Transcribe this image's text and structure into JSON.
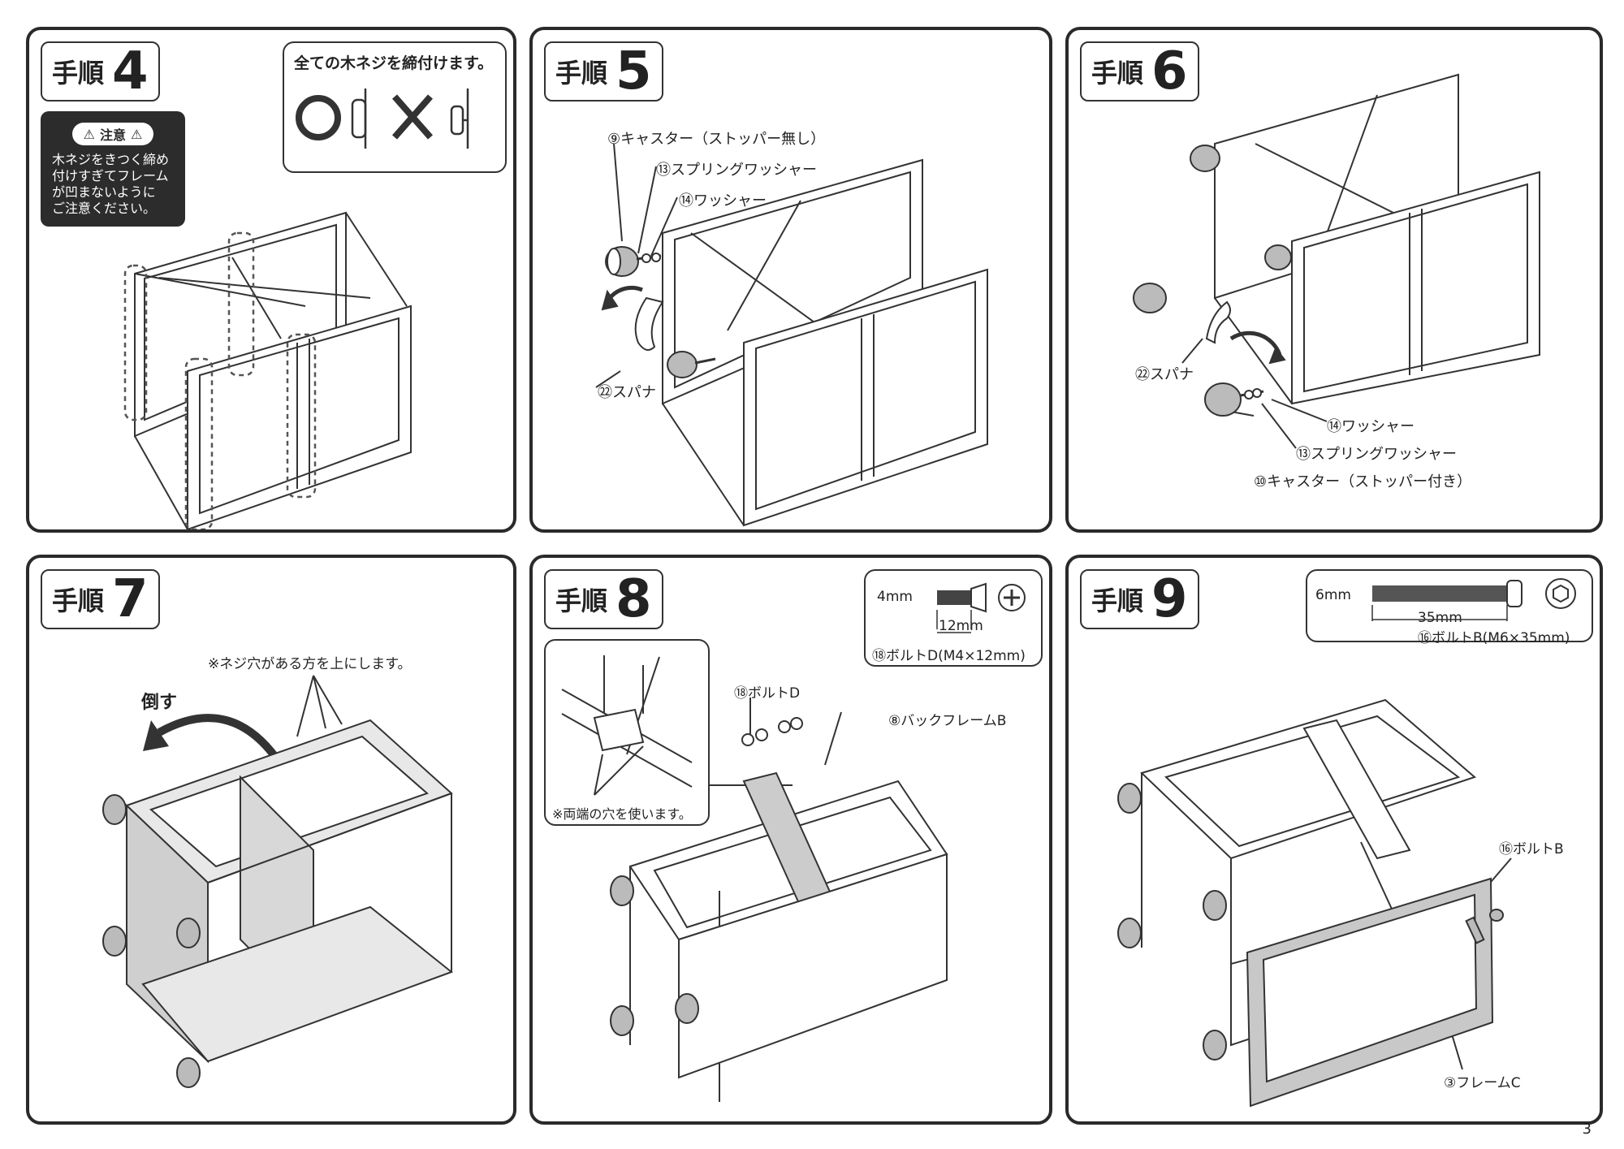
{
  "steps": {
    "s4": {
      "word": "手順",
      "num": "4"
    },
    "s5": {
      "word": "手順",
      "num": "5"
    },
    "s6": {
      "word": "手順",
      "num": "6"
    },
    "s7": {
      "word": "手順",
      "num": "7"
    },
    "s8": {
      "word": "手順",
      "num": "8"
    },
    "s9": {
      "word": "手順",
      "num": "9"
    }
  },
  "step4": {
    "caution_title": "注意",
    "caution_text": "木ネジをきつく締め\n付けすぎてフレーム\nが凹まないように\nご注意ください。",
    "note_title": "全ての木ネジを締付けます。",
    "ok_mark": "○",
    "ng_mark": "×"
  },
  "step5": {
    "caster": "⑨キャスター（ストッパー無し）",
    "spring_washer": "⑬スプリングワッシャー",
    "washer": "⑭ワッシャー",
    "spanner": "㉒スパナ"
  },
  "step6": {
    "spanner": "㉒スパナ",
    "washer": "⑭ワッシャー",
    "spring_washer": "⑬スプリングワッシャー",
    "caster": "⑩キャスター（ストッパー付き）"
  },
  "step7": {
    "note": "※ネジ穴がある方を上にします。",
    "action": "倒す"
  },
  "step8": {
    "dim_dia": "4mm",
    "dim_len": "12mm",
    "bolt_spec": "⑱ボルトD(M4×12mm)",
    "bolt": "⑱ボルトD",
    "frame": "⑧バックフレームB",
    "inset_note": "※両端の穴を使います。"
  },
  "step9": {
    "dim_dia": "6mm",
    "dim_len": "35mm",
    "bolt_spec": "⑯ボルトB(M6×35mm)",
    "bolt": "⑯ボルトB",
    "frame": "③フレームC"
  },
  "page_number": "3"
}
